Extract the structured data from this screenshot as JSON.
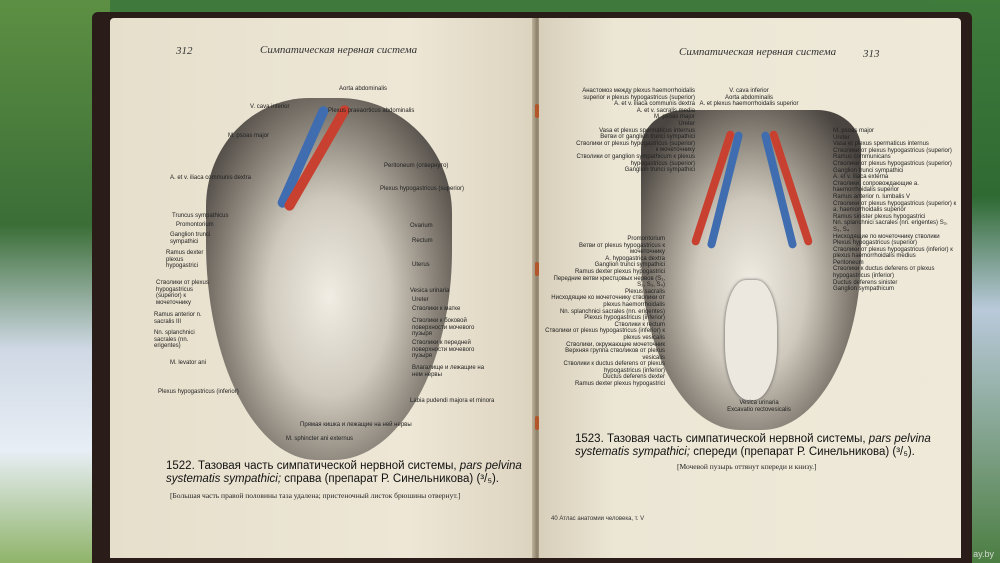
{
  "left_page": {
    "page_number": "312",
    "header": "Симпатическая нервная система",
    "labels": {
      "aorta": "Aorta abdominalis",
      "vcava": "V. cava inferior",
      "plexus_pre": "Plexus praeaorticus abdominalis",
      "psoas": "M. psoas major",
      "peritoneum": "Peritoneum (отвернуто)",
      "iliaca": "A. et v. iliaca communis dextra",
      "plexus_hypo_sup": "Plexus hypogastricus (superior)",
      "truncus": "Truncus sympathicus",
      "promontorium": "Promontorium",
      "ganglion": "Ganglion trunci sympathici",
      "ramus": "Ramus dexter plexus hypogastrici",
      "ovarium": "Ovarium",
      "rectum": "Rectum",
      "uterus": "Uterus",
      "stvoliki": "Стволики от plexus hypogastricus (superior) к мочеточнику",
      "vesica": "Vesica urinaria",
      "ureter": "Ureter",
      "ramus_ant": "Ramus anterior n. sacralis III",
      "nn_splanch": "Nn. splanchnici sacrales (nn. erigentes)",
      "stv_matke": "Стволики к матке",
      "stv_bok": "Стволики к боковой поверхности мочевого пузыря",
      "stv_pered": "Стволики к передней поверхности мочевого пузыря",
      "levator": "M. levator ani",
      "vlag": "Влагалище и лежащие на нем нервы",
      "plexus_hypo_inf": "Plexus hypogastricus (inferior)",
      "labia": "Labia pudendi majora et minora",
      "pryam": "Прямая кишка и лежащие на ней нервы",
      "sphincter": "M. sphincter ani externus"
    },
    "caption_num": "1522.",
    "caption_ru": "Тазовая часть симпатической нервной системы,",
    "caption_lat": "pars pelvina systematis sympathici;",
    "caption_rest": "справа (препарат Р. Синельникова) (³/₅).",
    "caption_note": "[Большая часть правой половины таза удалена; пристеночный листок брюшины отвернут.]"
  },
  "right_page": {
    "page_number": "313",
    "header": "Симпатическая нервная система",
    "labels_left": "Анастомоз между plexus haemorrhoidalis superior и plexus hypogastricus (superior)\nA. et v. iliaca communis dextra\nA. et v. sacralis media\nM. psoas major\nUreter\nVasa et plexus spermaticus internus\nВетви от ganglion trunci sympathici\nСтволики от plexus hypogastricus (superior) к мочеточнику\nСтволики от ganglion sympathicum к plexus hypogastricus (superior)\nGanglion trunci sympathici",
    "labels_left2": "Promontorium\nВетви от plexus hypogastricus к мочеточнику\nA. hypogastrica dextra\nGanglion trunci sympathici\nRamus dexter plexus hypogastrici\nПередние ветви крестцовых нервов (S₁, S₂, S₃, S₄)\nPlexus sacralis\nНисходящие ко мочеточнику стволики от plexus haemorrhoidalis\nNn. splanchnici sacrales (nn. erigentes)\nPlexus hypogastricus (inferior)\nСтволики к rectum\nСтволики от plexus hypogastricus (inferior) к plexus vesicalis\nСтволики, окружающие мочеточник\nВерхняя группа стволиков от plexus vesicalis\nСтволики к ductus deferens от plexus hypogastricus (inferior)\nDuctus deferens dexter\nRamus dexter plexus hypogastrici",
    "labels_top": "V. cava inferior\nAorta abdominalis\nA. et plexus haemorrhoidalis superior",
    "labels_right": "M. psoas major\nUreter\nVasa et plexus spermaticus internus\nСтволики от plexus hypogastricus (superior)\nRamus communicans\nСтволики от plexus hypogastricus (superior)\nGanglion trunci sympathici\nA. et v. iliaca externa\nСтволики, сопровождающие a. haemorrhoidalis superior\nRamus anterior n. lumbalis V\nСтволики от plexus hypogastricus (superior) к a. haemorrhoidalis superior\nRamus sinister plexus hypogastrici\nNn. splanchnici sacrales (nn. erigentes) S₂, S₃, S₄\nНисходящие по мочеточнику стволики\nPlexus hypogastricus (superior)\nСтволики от plexus hypogastricus (inferior) к plexus haemorrhoidalis medius\nPeritoneum\nСтволики к ductus deferens от plexus hypogastricus (inferior)\nDuctus deferens sinister\nGanglion sympathicum",
    "labels_bottom": "Vesica urinaria\nExcavatio rectovesicalis",
    "caption_num": "1523.",
    "caption_ru": "Тазовая часть симпатической нервной системы,",
    "caption_lat": "pars pelvina systematis sympathici;",
    "caption_rest": "спереди (препарат Р. Синельникова) (³/₅).",
    "caption_note": "[Мочевой пузырь оттянут кпереди и книзу.]",
    "footer": "40 Атлас анатомии человека, т. V"
  },
  "watermark": "ay.by",
  "colors": {
    "artery": "#c8402f",
    "vein": "#3f6db0",
    "paper": "#ece5d3"
  }
}
